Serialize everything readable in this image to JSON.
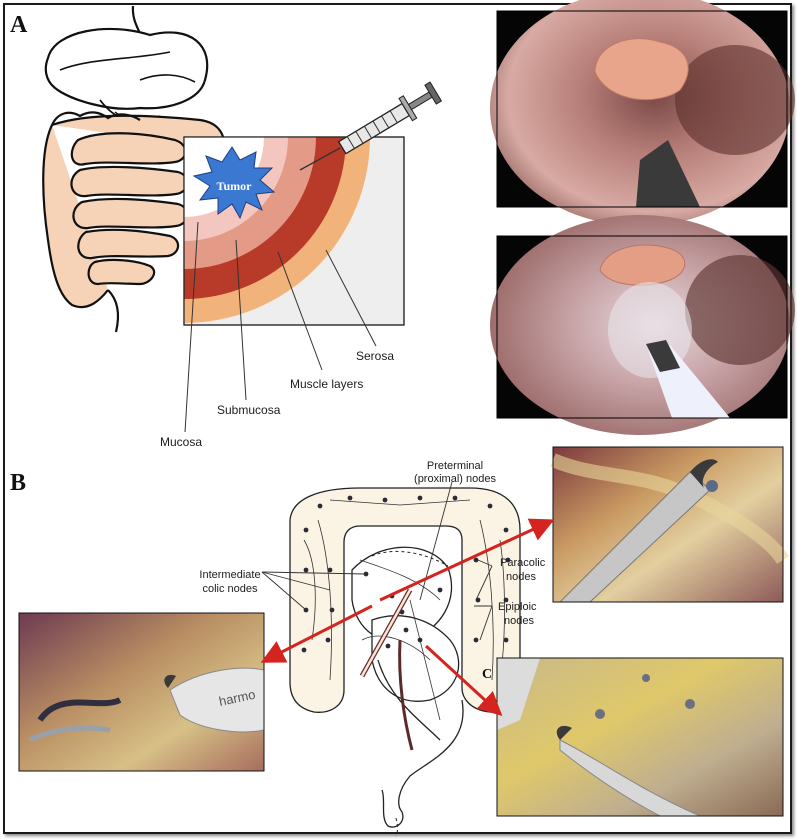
{
  "panels": {
    "a": "A",
    "b": "B",
    "c": "C"
  },
  "panel_a": {
    "tumor": "Tumor",
    "layers": {
      "mucosa": "Mucosa",
      "submucosa": "Submucosa",
      "muscle": "Muscle layers",
      "serosa": "Serosa"
    }
  },
  "panel_b": {
    "preterminal_1": "Preterminal",
    "preterminal_2": "(proximal) nodes",
    "intermediate_1": "Intermediate",
    "intermediate_2": "colic nodes",
    "paracolic_1": "Paracolic",
    "paracolic_2": "nodes",
    "epiploic_1": "Epiploic",
    "epiploic_2": "nodes",
    "instrument_text": "harmo"
  },
  "colors": {
    "tumor": "#3a78d2",
    "mucosa": "#f3c7bf",
    "submucosa": "#e39a87",
    "muscle": "#b83a28",
    "serosa": "#f2b37a",
    "tissue_box": "#eeeeee",
    "arrow": "#d42420"
  }
}
